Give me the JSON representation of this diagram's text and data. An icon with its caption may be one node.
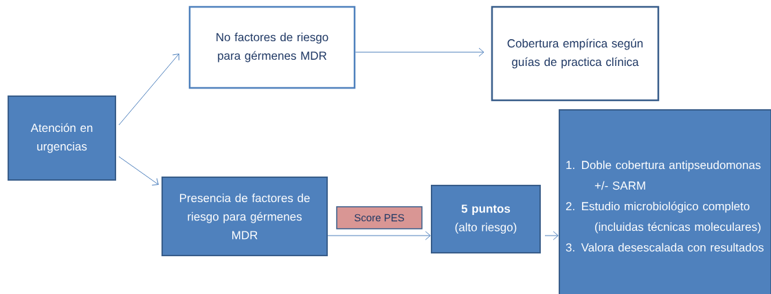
{
  "diagram": {
    "nodes": [
      {
        "text": [
          "Atención en urgencias"
        ]
      },
      {
        "text": [
          "No factores de riesgo para gérmenes MDR"
        ]
      },
      {
        "text": [
          "Cobertura empírica según guías de practica clínica"
        ]
      },
      {
        "text": [
          "Presencia de factores de riesgo para gérmenes MDR"
        ]
      },
      {
        "text": [
          "5 puntos",
          "(alto riesgo)"
        ]
      },
      {
        "text": [
          "1. Doble cobertura antipseudomonas +/- SARM",
          "2. Estudio microbiológico completo (incluidas técnicas moleculares)",
          "3. Valora desescalada con resultados"
        ]
      }
    ],
    "edges": [
      {
        "from": 0,
        "to": 1,
        "arrow": "to"
      },
      {
        "from": 0,
        "to": 3,
        "arrow": "to"
      },
      {
        "from": 1,
        "to": 2,
        "arrow": "to"
      },
      {
        "from": 3,
        "to": 4,
        "arrow": "to",
        "label": "Score PES"
      },
      {
        "from": 4,
        "to": 5,
        "arrow": "to"
      }
    ]
  }
}
